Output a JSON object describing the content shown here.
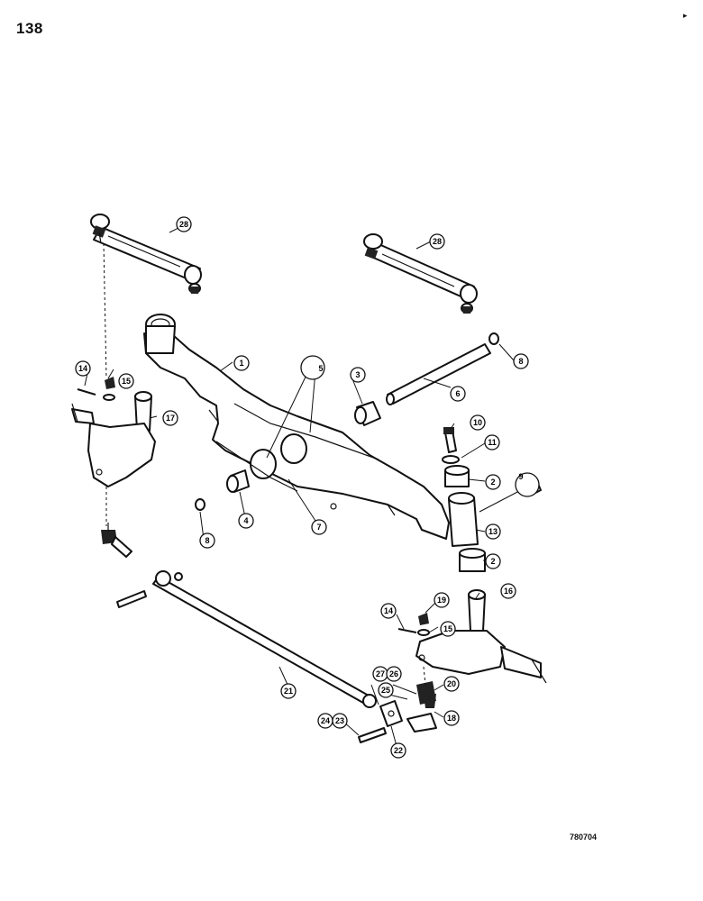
{
  "page": {
    "number": "138",
    "corner_mark": "▸",
    "figure_code": "780704"
  },
  "callouts": [
    {
      "id": "c1",
      "label": "1"
    },
    {
      "id": "c2a",
      "label": "2"
    },
    {
      "id": "c2b",
      "label": "2"
    },
    {
      "id": "c3",
      "label": "3"
    },
    {
      "id": "c4",
      "label": "4"
    },
    {
      "id": "c5",
      "label": "5"
    },
    {
      "id": "c6",
      "label": "6"
    },
    {
      "id": "c7",
      "label": "7"
    },
    {
      "id": "c8a",
      "label": "8"
    },
    {
      "id": "c8b",
      "label": "8"
    },
    {
      "id": "c9",
      "label": "9"
    },
    {
      "id": "c10",
      "label": "10"
    },
    {
      "id": "c11",
      "label": "11"
    },
    {
      "id": "c13",
      "label": "13"
    },
    {
      "id": "c14a",
      "label": "14"
    },
    {
      "id": "c14b",
      "label": "14"
    },
    {
      "id": "c15a",
      "label": "15"
    },
    {
      "id": "c15b",
      "label": "15"
    },
    {
      "id": "c16",
      "label": "16"
    },
    {
      "id": "c17",
      "label": "17"
    },
    {
      "id": "c18",
      "label": "18"
    },
    {
      "id": "c19",
      "label": "19"
    },
    {
      "id": "c20",
      "label": "20"
    },
    {
      "id": "c21",
      "label": "21"
    },
    {
      "id": "c22",
      "label": "22"
    },
    {
      "id": "c23",
      "label": "23"
    },
    {
      "id": "c24",
      "label": "24"
    },
    {
      "id": "c25",
      "label": "25"
    },
    {
      "id": "c26",
      "label": "26"
    },
    {
      "id": "c27",
      "label": "27"
    },
    {
      "id": "c28a",
      "label": "28"
    },
    {
      "id": "c28b",
      "label": "28"
    }
  ]
}
